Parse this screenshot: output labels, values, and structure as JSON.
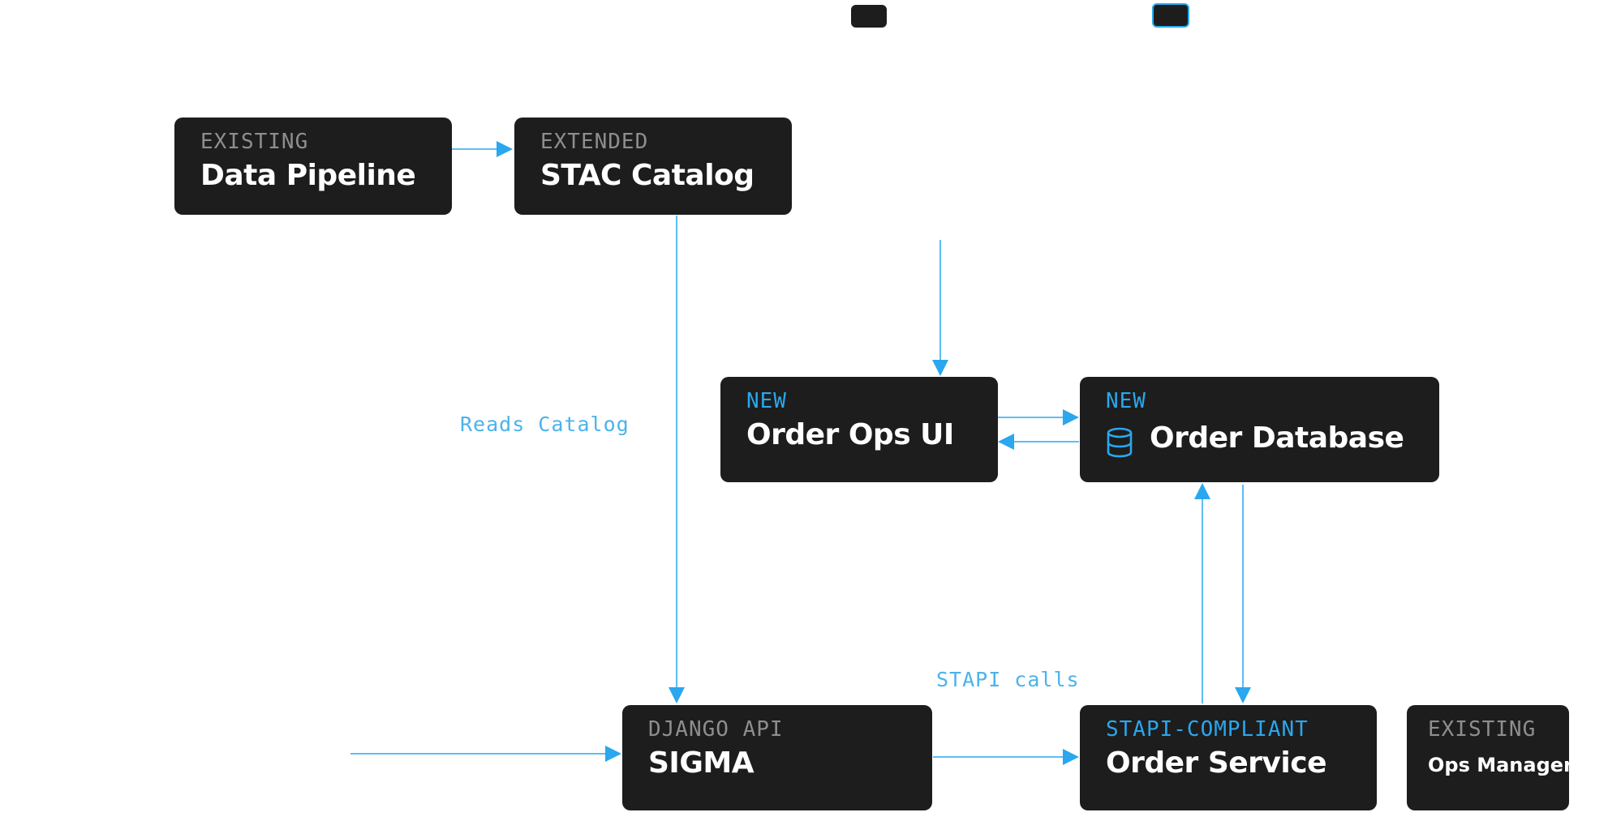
{
  "nodes": {
    "data_pipeline": {
      "tag": "EXISTING",
      "title": "Data Pipeline"
    },
    "stac_catalog": {
      "tag": "EXTENDED",
      "title": "STAC Catalog"
    },
    "order_ops_ui": {
      "tag": "NEW",
      "title": "Order Ops UI"
    },
    "order_database": {
      "tag": "NEW",
      "title": "Order Database",
      "icon": "database-icon"
    },
    "sigma": {
      "tag": "DJANGO API",
      "title": "SIGMA"
    },
    "order_service": {
      "tag": "STAPI-COMPLIANT",
      "title": "Order Service"
    },
    "ops_manager": {
      "tag": "EXISTING",
      "title": "Ops Manager"
    }
  },
  "edge_labels": {
    "reads_catalog": "Reads Catalog",
    "stapi_calls": "STAPI calls"
  },
  "colors": {
    "node_bg": "#1d1d1d",
    "accent": "#2aa7ee",
    "muted_tag": "#8e8e8e",
    "edge": "#2aa7ee"
  }
}
